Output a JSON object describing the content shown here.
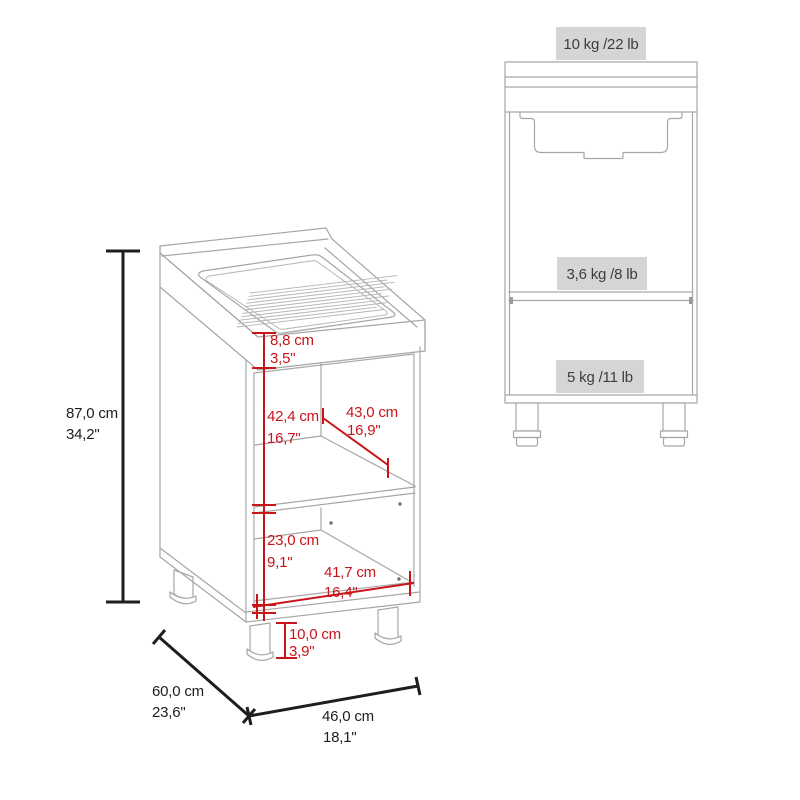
{
  "diagram_title": "cabinet-dimension-diagram",
  "colors": {
    "line_gray": "#a6a6a6",
    "dimension_red": "#c9141a",
    "dimension_black": "#1e1e1e",
    "label_box_bg": "#d5d5d5",
    "label_text": "#3d3d3d",
    "background": "#ffffff"
  },
  "left_view": {
    "name": "isometric-view",
    "dims": {
      "height_cm": "87,0 cm",
      "height_in": "34,2\"",
      "top_cm": "8,8 cm",
      "top_in": "3,5\"",
      "upper_cm": "42,4 cm",
      "upper_in": "16,7\"",
      "shelf_cm": "43,0 cm",
      "shelf_in": "16,9\"",
      "lower_cm": "23,0 cm",
      "lower_in": "9,1\"",
      "bottom_cm": "41,7 cm",
      "bottom_in": "16,4\"",
      "leg_cm": "10,0 cm",
      "leg_in": "3,9\"",
      "depth_cm": "60,0 cm",
      "depth_in": "23,6\"",
      "width_cm": "46,0 cm",
      "width_in": "18,1\""
    }
  },
  "right_view": {
    "name": "front-view",
    "loads": {
      "top": "10 kg /22 lb",
      "middle": "3,6 kg /8 lb",
      "bottom": "5 kg /11 lb"
    }
  }
}
